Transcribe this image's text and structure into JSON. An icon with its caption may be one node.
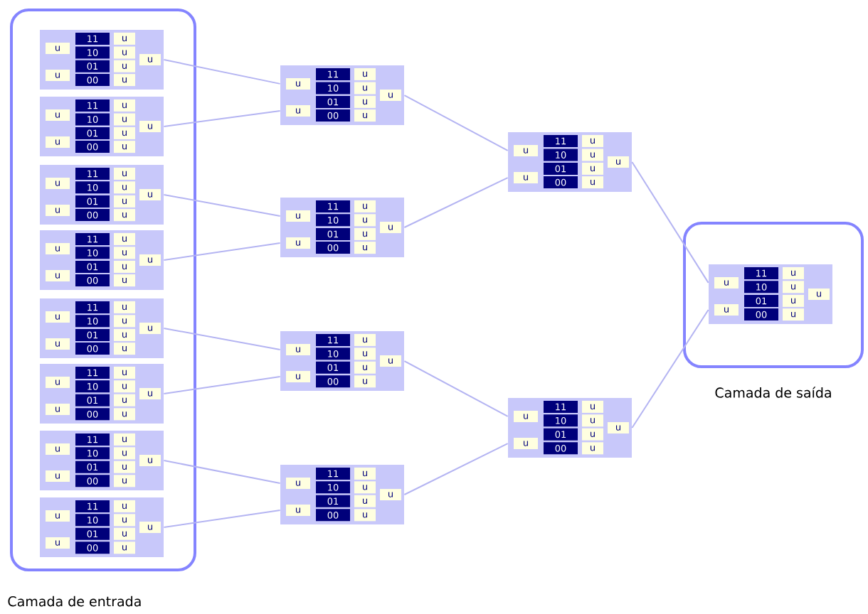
{
  "diagram": {
    "nodes": [
      {
        "text": [
          "Camada de entrada"
        ]
      },
      {
        "text": [
          "u",
          "u",
          "11",
          "u",
          "10",
          "u",
          "01",
          "u",
          "00",
          "u",
          "u"
        ],
        "in": 0
      },
      {
        "text": [
          "u",
          "u",
          "11",
          "u",
          "10",
          "u",
          "01",
          "u",
          "00",
          "u",
          "u"
        ],
        "in": 0
      },
      {
        "text": [
          "u",
          "u",
          "11",
          "u",
          "10",
          "u",
          "01",
          "u",
          "00",
          "u",
          "u"
        ],
        "in": 0
      },
      {
        "text": [
          "u",
          "u",
          "11",
          "u",
          "10",
          "u",
          "01",
          "u",
          "00",
          "u",
          "u"
        ],
        "in": 0
      },
      {
        "text": [
          "u",
          "u",
          "11",
          "u",
          "10",
          "u",
          "01",
          "u",
          "00",
          "u",
          "u"
        ],
        "in": 0
      },
      {
        "text": [
          "u",
          "u",
          "11",
          "u",
          "10",
          "u",
          "01",
          "u",
          "00",
          "u",
          "u"
        ],
        "in": 0
      },
      {
        "text": [
          "u",
          "u",
          "11",
          "u",
          "10",
          "u",
          "01",
          "u",
          "00",
          "u",
          "u"
        ],
        "in": 0
      },
      {
        "text": [
          "u",
          "u",
          "11",
          "u",
          "10",
          "u",
          "01",
          "u",
          "00",
          "u",
          "u"
        ],
        "in": 0
      },
      {
        "text": [
          "u",
          "u",
          "11",
          "u",
          "10",
          "u",
          "01",
          "u",
          "00",
          "u",
          "u"
        ]
      },
      {
        "text": [
          "u",
          "u",
          "11",
          "u",
          "10",
          "u",
          "01",
          "u",
          "00",
          "u",
          "u"
        ]
      },
      {
        "text": [
          "u",
          "u",
          "11",
          "u",
          "10",
          "u",
          "01",
          "u",
          "00",
          "u",
          "u"
        ]
      },
      {
        "text": [
          "u",
          "u",
          "11",
          "u",
          "10",
          "u",
          "01",
          "u",
          "00",
          "u",
          "u"
        ]
      },
      {
        "text": [
          "u",
          "u",
          "11",
          "u",
          "10",
          "u",
          "01",
          "u",
          "00",
          "u",
          "u"
        ]
      },
      {
        "text": [
          "u",
          "u",
          "11",
          "u",
          "10",
          "u",
          "01",
          "u",
          "00",
          "u",
          "u"
        ]
      },
      {
        "text": [
          "Camada de saída"
        ]
      },
      {
        "text": [
          "u",
          "u",
          "11",
          "u",
          "10",
          "u",
          "01",
          "u",
          "00",
          "u",
          "u"
        ],
        "in": 15
      }
    ],
    "edges": [
      {
        "from": 1,
        "to": 9,
        "arrow": "none"
      },
      {
        "from": 2,
        "to": 9,
        "arrow": "none"
      },
      {
        "from": 3,
        "to": 10,
        "arrow": "none"
      },
      {
        "from": 4,
        "to": 10,
        "arrow": "none"
      },
      {
        "from": 5,
        "to": 11,
        "arrow": "none"
      },
      {
        "from": 6,
        "to": 11,
        "arrow": "none"
      },
      {
        "from": 7,
        "to": 12,
        "arrow": "none"
      },
      {
        "from": 8,
        "to": 12,
        "arrow": "none"
      },
      {
        "from": 9,
        "to": 13,
        "arrow": "none"
      },
      {
        "from": 10,
        "to": 13,
        "arrow": "none"
      },
      {
        "from": 11,
        "to": 14,
        "arrow": "none"
      },
      {
        "from": 12,
        "to": 14,
        "arrow": "none"
      },
      {
        "from": 13,
        "to": 16,
        "arrow": "none"
      },
      {
        "from": 14,
        "to": 16,
        "arrow": "none"
      }
    ]
  }
}
